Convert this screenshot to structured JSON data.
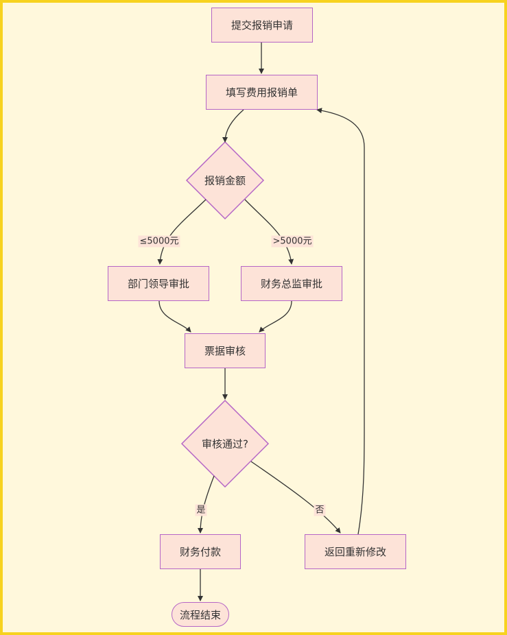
{
  "colors": {
    "background": "#fff8dc",
    "frame": "#f7d21f",
    "node_fill": "#fde3d8",
    "node_stroke": "#b565c6",
    "edge": "#333333"
  },
  "nodes": {
    "submit": "提交报销申请",
    "fill_form": "填写费用报销单",
    "amount_check": "报销金额",
    "dept_approve": "部门领导审批",
    "cfo_approve": "财务总监审批",
    "invoice_review": "票据审核",
    "review_pass": "审核通过?",
    "payment": "财务付款",
    "revise": "返回重新修改",
    "end": "流程结束"
  },
  "edges": {
    "le_5000": "≤5000元",
    "gt_5000": ">5000元",
    "yes": "是",
    "no": "否"
  }
}
